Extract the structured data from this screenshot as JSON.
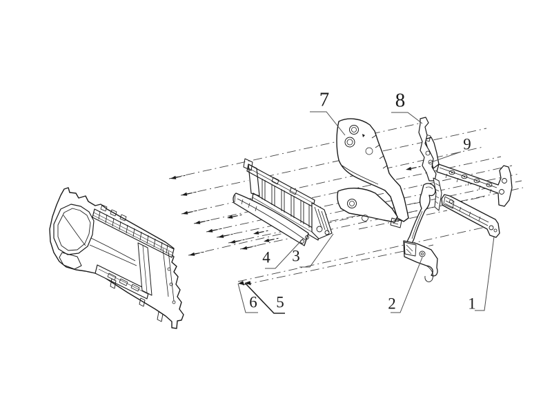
{
  "page": {
    "background": "#ffffff"
  },
  "drawing": {
    "ink_color": "#1a1a1a",
    "centerline_color": "#3f3f3f"
  },
  "callouts": [
    {
      "label": "1"
    },
    {
      "label": "2"
    },
    {
      "label": "3"
    },
    {
      "label": "4"
    },
    {
      "label": "5"
    },
    {
      "label": "6"
    },
    {
      "label": "7"
    },
    {
      "label": "8"
    },
    {
      "label": "9"
    }
  ]
}
